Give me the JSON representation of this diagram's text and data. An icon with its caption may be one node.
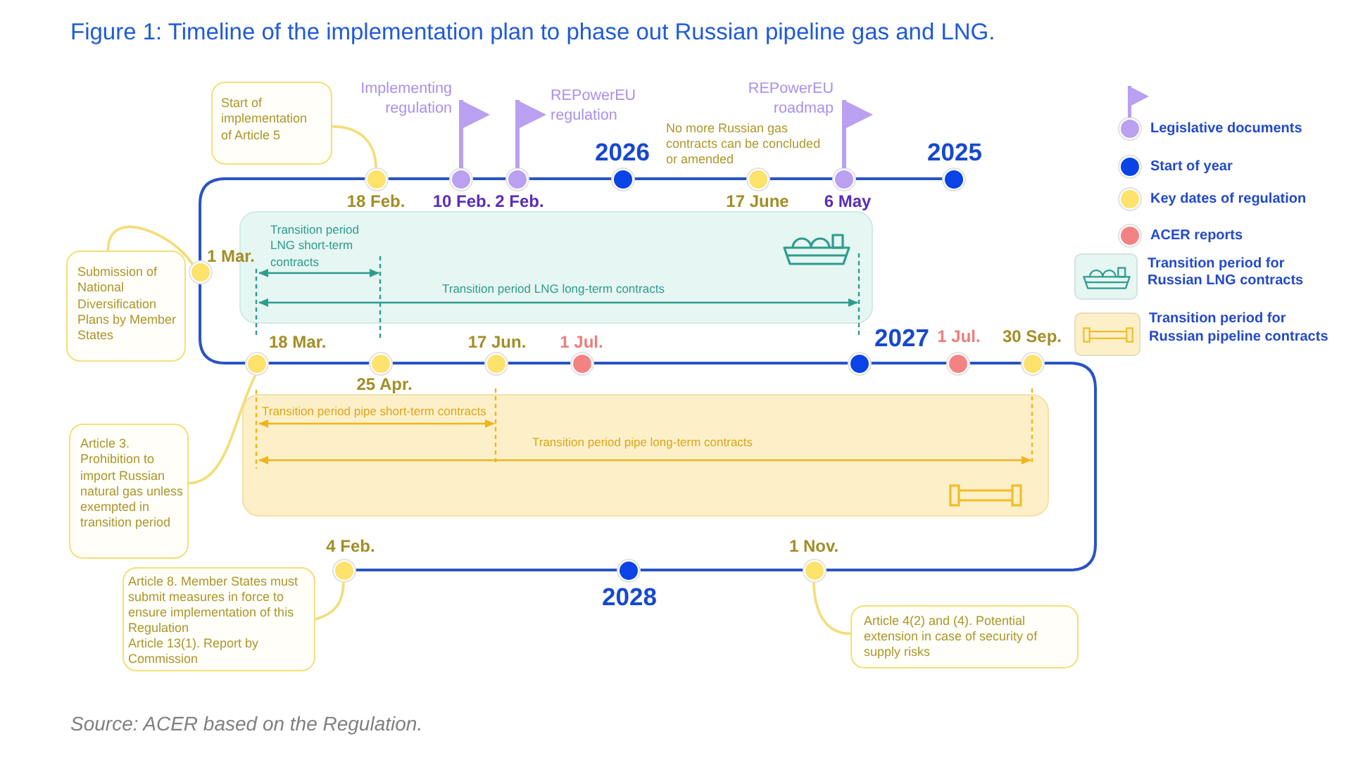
{
  "diagram": {
    "title": "Figure 1: Timeline of the implementation plan to phase out Russian pipeline gas and LNG.",
    "caption": "Source: ACER based on the Regulation.",
    "nodes": [
      {
        "text": [
          "Start of implementation of Article 5"
        ]
      },
      {
        "text": [],
        "shape": "circle",
        "beside": [
          "18 Feb."
        ]
      },
      {
        "text": [],
        "shape": "circle",
        "beside": [
          "10 Feb."
        ]
      },
      {
        "text": [],
        "shape": "circle",
        "beside": [
          "2 Feb."
        ]
      },
      {
        "text": [],
        "shape": "circle",
        "beside": [
          "2026"
        ]
      },
      {
        "text": [],
        "shape": "circle",
        "beside": [
          "No more Russian gas contracts can be concluded or amended",
          "17 June"
        ]
      },
      {
        "text": [],
        "shape": "circle",
        "beside": [
          "6 May"
        ]
      },
      {
        "text": [],
        "shape": "circle",
        "beside": [
          "2025"
        ]
      },
      {
        "text": [
          "Submission of National Diversification Plans by Member States"
        ]
      },
      {
        "text": [],
        "shape": "circle"
      },
      {
        "text": [
          "Transition period LNG short-term contracts",
          "Transition period LNG long-term contracts"
        ]
      },
      {
        "text": [],
        "shape": "circle",
        "beside": [
          "18 Mar."
        ]
      },
      {
        "text": [],
        "shape": "circle",
        "beside": [
          "25 Apr."
        ]
      },
      {
        "text": [],
        "shape": "circle",
        "beside": [
          "17 Jun."
        ]
      },
      {
        "text": [],
        "shape": "circle",
        "beside": [
          "1 Jul."
        ]
      },
      {
        "text": [],
        "shape": "circle",
        "beside": [
          "2027"
        ]
      },
      {
        "text": [],
        "shape": "circle",
        "beside": [
          "1 Jul."
        ]
      },
      {
        "text": [],
        "shape": "circle",
        "beside": [
          "30 Sep."
        ]
      },
      {
        "text": [
          "Article 3. Prohibition to import Russian natural gas unless exempted in transition period"
        ]
      },
      {
        "text": [
          "Transition period pipe short-term contracts",
          "Transition period pipe long-term contracts"
        ]
      },
      {
        "text": [],
        "shape": "circle",
        "beside": [
          "4 Feb."
        ]
      },
      {
        "text": [],
        "shape": "circle",
        "beside": [
          "2028"
        ]
      },
      {
        "text": [],
        "shape": "circle",
        "beside": [
          "1 Nov."
        ]
      },
      {
        "text": [
          "Article 8. Member States must submit measures in force to ensure implementation of this Regulation",
          "Article 13(1). Report by Commission"
        ]
      },
      {
        "text": [
          "Article 4(2) and (4). Potential extension in case of security of supply risks"
        ]
      }
    ],
    "edges": [
      {
        "from": 0,
        "to": 1,
        "arrow": "none"
      },
      {
        "from": 8,
        "to": 9,
        "arrow": "none"
      },
      {
        "from": 18,
        "to": 11,
        "arrow": "none"
      },
      {
        "from": 23,
        "to": 20,
        "arrow": "none"
      },
      {
        "from": 24,
        "to": 22,
        "arrow": "none"
      }
    ],
    "labels": [
      "Implementing regulation",
      "REPowerEU regulation",
      "REPowerEU roadmap",
      "1 Mar."
    ],
    "legend": [
      {
        "text": "Legislative documents",
        "color": "#b9a0f1"
      },
      {
        "text": "Start of year",
        "color": "#0a43e6"
      },
      {
        "text": "Key dates of regulation",
        "color": "#fde26c"
      },
      {
        "text": "ACER reports",
        "color": "#f38383"
      },
      {
        "text": "Transition period for Russian LNG contracts",
        "color": "#e5f6f3"
      },
      {
        "text": "Transition period for Russian pipeline contracts",
        "color": "#fdf0c9"
      }
    ]
  }
}
